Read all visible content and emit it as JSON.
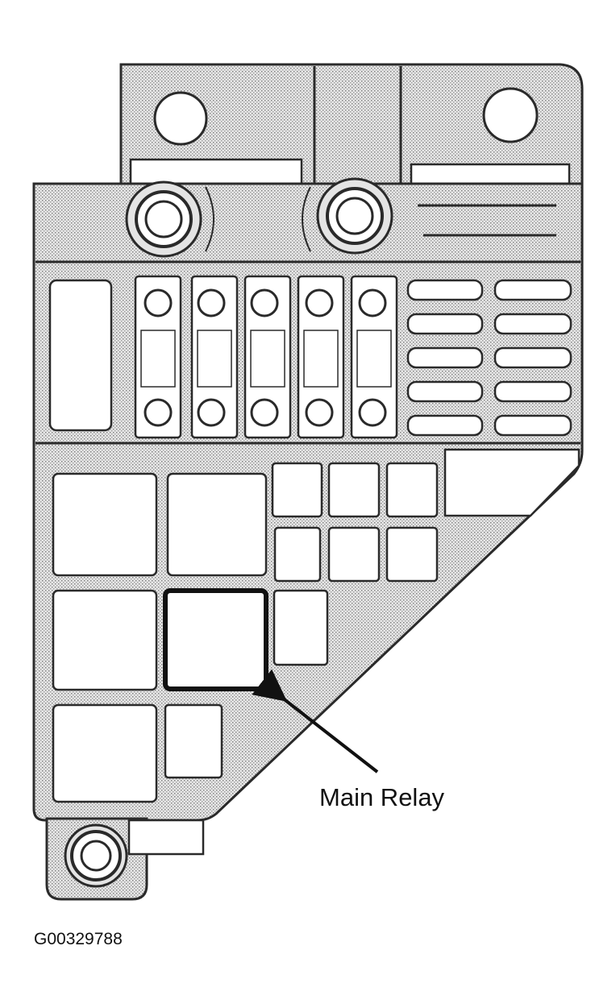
{
  "diagram": {
    "callout_label": "Main Relay",
    "figure_id": "G00329788",
    "highlighted_component": "main-relay"
  }
}
